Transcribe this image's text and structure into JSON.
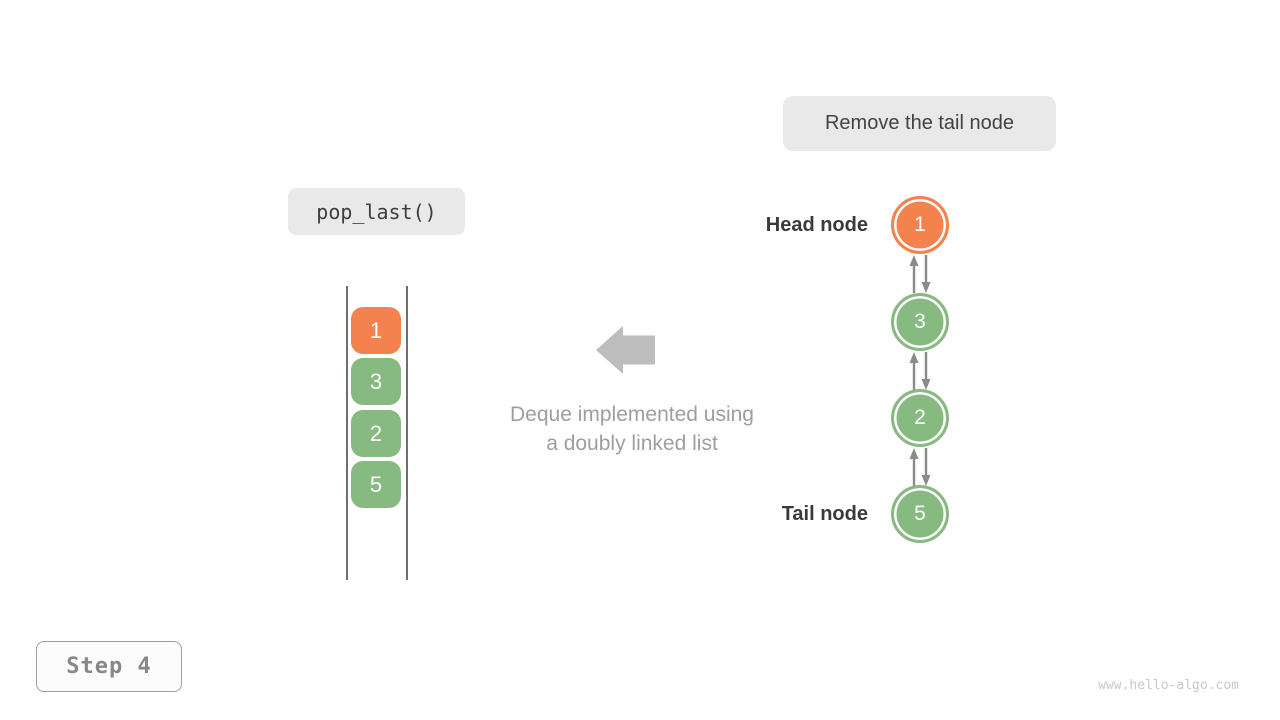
{
  "labels": {
    "remove_tail": "Remove the tail node",
    "operation": "pop_last()",
    "deque_caption_line1": "Deque implemented using",
    "deque_caption_line2": "a doubly linked list",
    "head_node": "Head node",
    "tail_node": "Tail node",
    "step": "Step 4",
    "watermark": "www.hello-algo.com"
  },
  "deque_array": {
    "items": [
      {
        "value": "1",
        "color": "#f4824f"
      },
      {
        "value": "3",
        "color": "#87ba80"
      },
      {
        "value": "2",
        "color": "#87ba80"
      },
      {
        "value": "5",
        "color": "#87ba80"
      }
    ]
  },
  "linked_list": {
    "nodes": [
      {
        "value": "1",
        "color": "#f4824f",
        "role": "head"
      },
      {
        "value": "3",
        "color": "#87ba80",
        "role": ""
      },
      {
        "value": "2",
        "color": "#87ba80",
        "role": ""
      },
      {
        "value": "5",
        "color": "#87ba80",
        "role": "tail"
      }
    ]
  },
  "colors": {
    "orange": "#f4824f",
    "green": "#87ba80",
    "pill_bg": "#e9e9e9",
    "dark_text": "#3a3a3a",
    "muted_text": "#9e9e9e",
    "big_arrow": "#bdbdbd",
    "link_arrow": "#8a8a8a",
    "list_line": "#6f6f6f"
  }
}
